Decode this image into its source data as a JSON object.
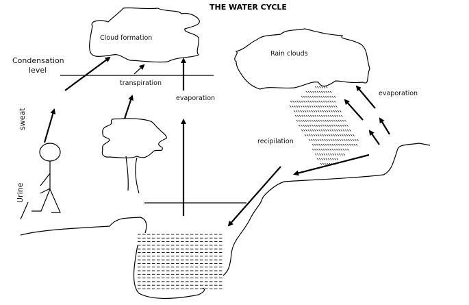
{
  "title": "THE WATER CYCLE",
  "labels": {
    "cloud_formation": "Cloud formation",
    "rain_clouds": "Rain clouds",
    "condensation_line1": "Condensation",
    "condensation_line2": "level",
    "transpiration": "transpiration",
    "evaporation_center": "evaporation",
    "evaporation_right": "evaporation",
    "precipitation": "recipilation",
    "sweat": "sweat",
    "urine": "Urine"
  },
  "colors": {
    "stroke": "#000000",
    "background": "#ffffff"
  }
}
